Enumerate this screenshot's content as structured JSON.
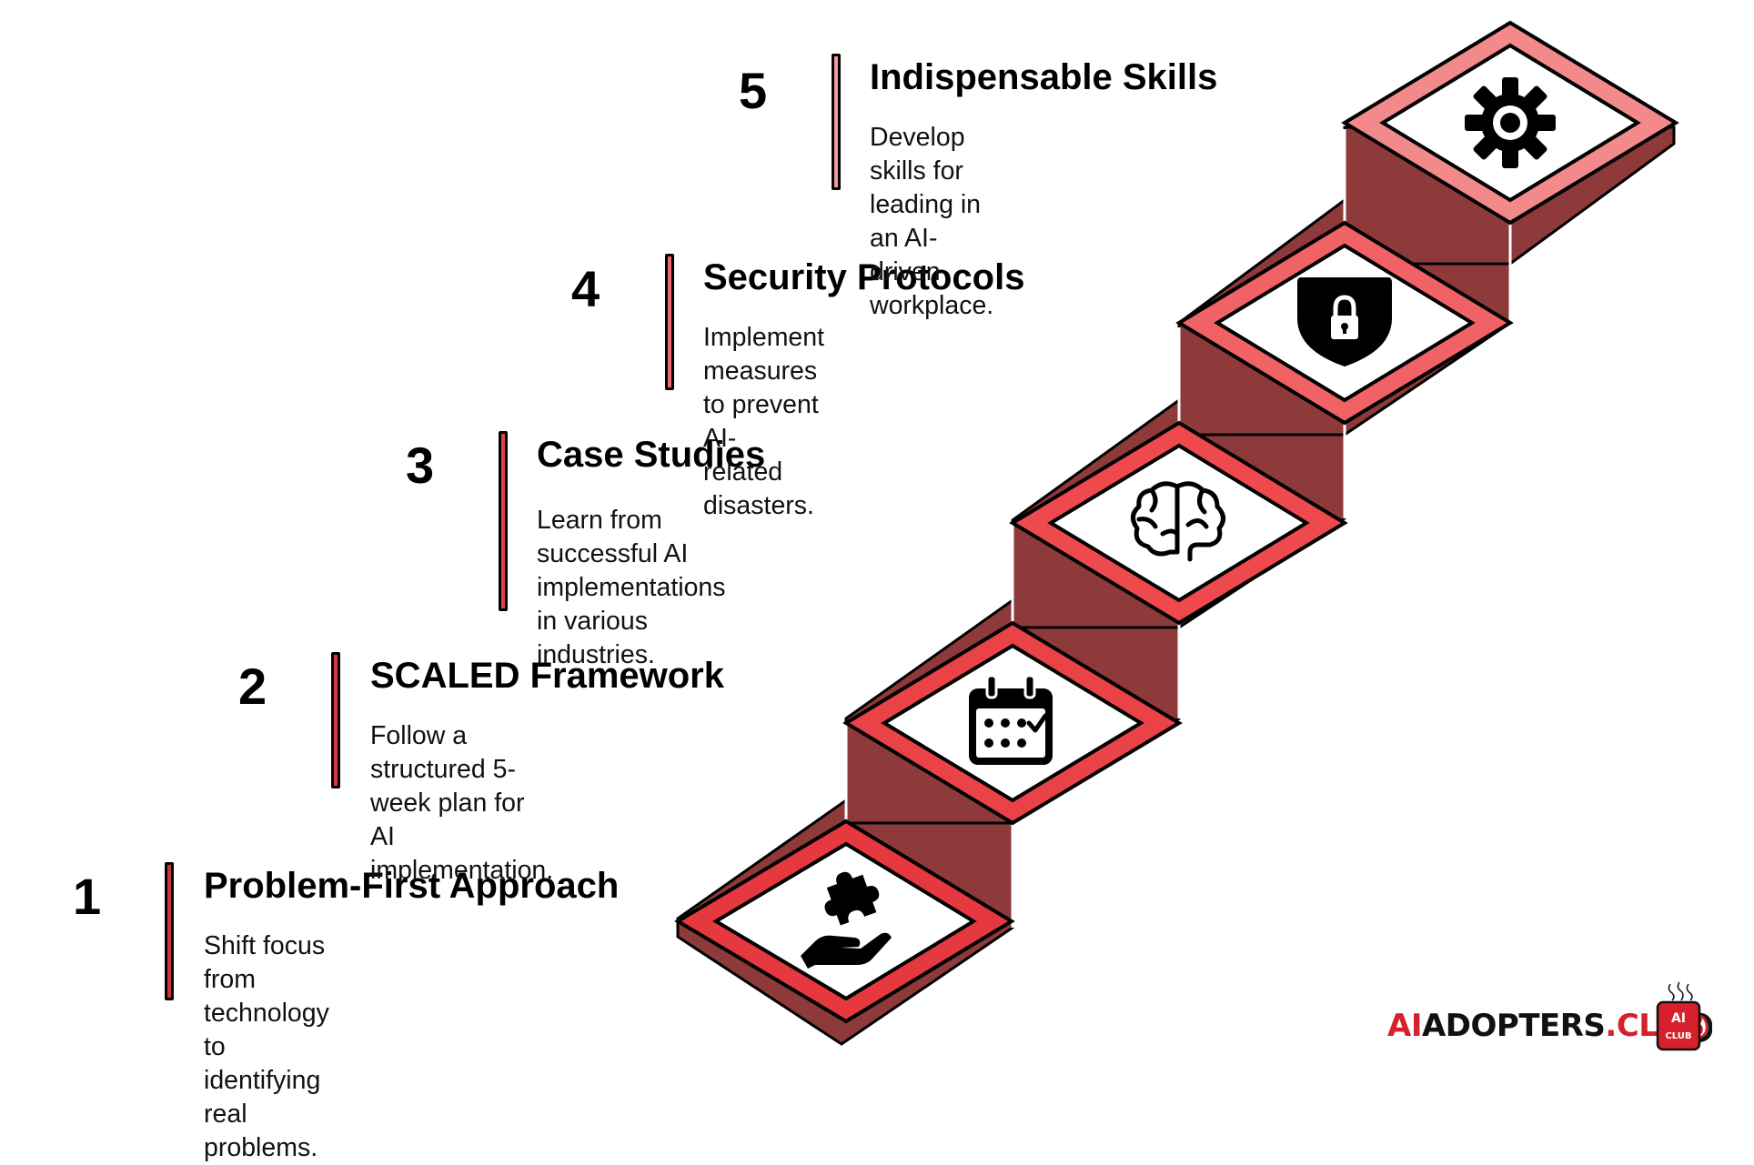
{
  "steps": [
    {
      "number": "1",
      "title": "Problem-First Approach",
      "desc_lines": [
        "Shift focus from technology to",
        "identifying real problems."
      ],
      "icon": "hand-puzzle-icon"
    },
    {
      "number": "2",
      "title": "SCALED Framework",
      "desc_lines": [
        "Follow a structured 5-week plan for",
        "AI implementation."
      ],
      "icon": "calendar-icon"
    },
    {
      "number": "3",
      "title": "Case Studies",
      "desc_lines": [
        "Learn from successful AI",
        "implementations in various",
        "industries."
      ],
      "icon": "brain-icon"
    },
    {
      "number": "4",
      "title": "Security Protocols",
      "desc_lines": [
        "Implement measures to prevent AI-",
        "related disasters."
      ],
      "icon": "shield-lock-icon"
    },
    {
      "number": "5",
      "title": "Indispensable Skills",
      "desc_lines": [
        "Develop skills for leading in an AI-",
        "driven workplace."
      ],
      "icon": "gear-icon"
    }
  ],
  "brand": {
    "part1": "AI",
    "part2": "ADOPTERS",
    "part3": ".CLUB",
    "mug_line1": "AI",
    "mug_line2": "CLUB"
  },
  "colors": {
    "riser": "#8e3a3a",
    "top_1": "#e6393f",
    "top_2": "#ea4347",
    "top_3": "#ee4a4e",
    "top_4": "#f06266",
    "top_5": "#f28a8c",
    "bar_1": "#c8363c",
    "bar_2": "#d23c42",
    "bar_3": "#de444a",
    "bar_4": "#ee6a6e",
    "bar_5": "#f49a9c",
    "brand_red": "#d6202b"
  }
}
